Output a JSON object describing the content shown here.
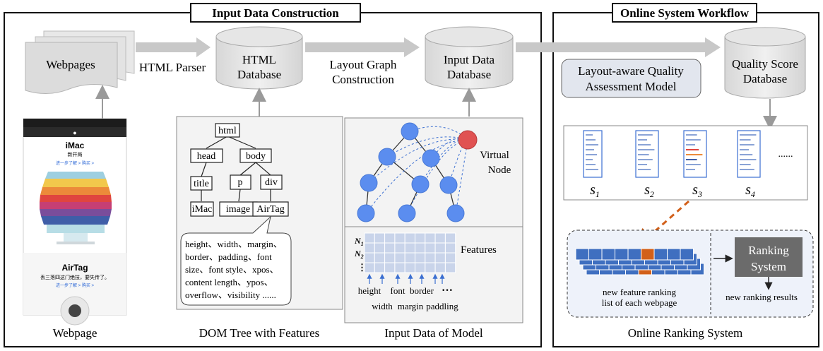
{
  "panels": {
    "left_title": "Input Data Construction",
    "right_title": "Online System Workflow"
  },
  "nodes": {
    "webpages": "Webpages",
    "html_parser": "HTML Parser",
    "html_db_line1": "HTML",
    "html_db_line2": "Database",
    "layout_graph_line1": "Layout Graph",
    "layout_graph_line2": "Construction",
    "input_db_line1": "Input Data",
    "input_db_line2": "Database",
    "quality_model_line1": "Layout-aware Quality",
    "quality_model_line2": "Assessment Model",
    "quality_db_line1": "Quality Score",
    "quality_db_line2": "Database"
  },
  "phone": {
    "title1": "iMac",
    "subtitle1": "新开局",
    "links1": "进一步了解 >      购买 >",
    "title2": "AirTag",
    "subtitle2": "丢三落四这门绝技，要失传了。",
    "links2": "进一步了解 >      购买 >"
  },
  "dom_tree": {
    "html": "html",
    "head": "head",
    "body": "body",
    "title": "title",
    "p": "p",
    "div": "div",
    "imac": "iMac",
    "image": "image",
    "airtag": "AirTag",
    "features_lines": [
      "height、width、margin、",
      "border、padding、font",
      "size、font style、xpos、",
      "content length、ypos、",
      "overflow、visibility ......"
    ]
  },
  "graph": {
    "virtual_line1": "Virtual",
    "virtual_line2": "Node"
  },
  "matrix": {
    "row1": "N",
    "row1_sub": "1",
    "row2": "N",
    "row2_sub": "2",
    "vdots": "⋮",
    "features_label": "Features",
    "labels_top": [
      "height",
      "font",
      "border"
    ],
    "labels_bottom": [
      "width",
      "margin",
      "paddling"
    ],
    "dots": "···"
  },
  "scores": {
    "labels": [
      "s",
      "s",
      "s",
      "s"
    ],
    "subs": [
      "1",
      "2",
      "3",
      "4"
    ],
    "ellipsis": "......"
  },
  "ranking": {
    "caption_line1": "new feature ranking",
    "caption_line2": "list of each webpage",
    "system_line1": "Ranking",
    "system_line2": "System",
    "results": "new ranking results"
  },
  "captions": {
    "webpage": "Webpage",
    "dom": "DOM Tree with Features",
    "model_input": "Input Data of Model",
    "online": "Online Ranking System"
  },
  "colors": {
    "arrow_gray": "#c4c4c4",
    "node_blue": "#5b8def",
    "virtual_red": "#e05252",
    "bar_blue": "#3f6fc0",
    "bar_orange": "#d2601a",
    "ranking_box": "#6b6b6b",
    "panel_fill": "#f1f4fa"
  }
}
